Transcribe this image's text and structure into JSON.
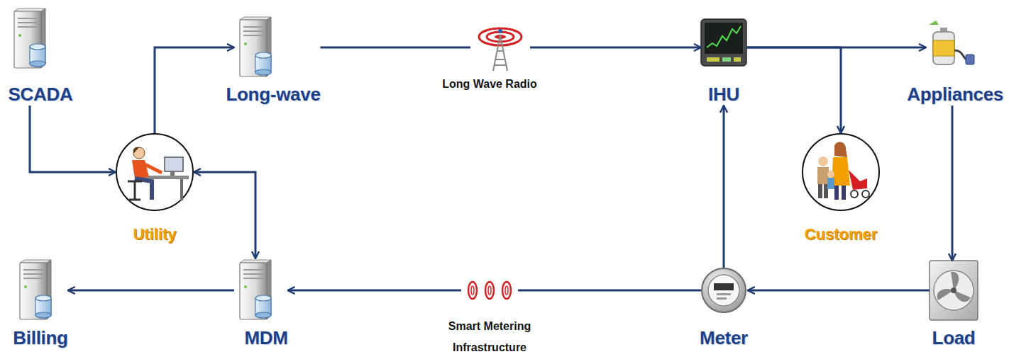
{
  "diagram": {
    "nodes": [
      {
        "text": [
          "SCADA"
        ]
      },
      {
        "text": [
          "Long-wave"
        ]
      },
      {
        "text": [
          "Long Wave Radio"
        ]
      },
      {
        "text": [
          "IHU"
        ]
      },
      {
        "text": [
          "Appliances"
        ]
      },
      {
        "text": [
          "Utility"
        ]
      },
      {
        "text": [
          "Customer"
        ]
      },
      {
        "text": [
          "Billing"
        ]
      },
      {
        "text": [
          "MDM"
        ]
      },
      {
        "text": [
          "Smart Metering Infrastructure"
        ]
      },
      {
        "text": [
          "Meter"
        ]
      },
      {
        "text": [
          "Load"
        ]
      }
    ],
    "edges": [
      {
        "from": 0,
        "to": 5,
        "arrow": "to"
      },
      {
        "from": 5,
        "to": 1,
        "arrow": "to"
      },
      {
        "from": 5,
        "to": 8,
        "arrow": "both"
      },
      {
        "from": 1,
        "to": 2,
        "arrow": "none"
      },
      {
        "from": 2,
        "to": 3,
        "arrow": "to"
      },
      {
        "from": 3,
        "to": 4,
        "arrow": "to"
      },
      {
        "from": 3,
        "to": 6,
        "arrow": "to"
      },
      {
        "from": 4,
        "to": 11,
        "arrow": "to"
      },
      {
        "from": 11,
        "to": 10,
        "arrow": "to"
      },
      {
        "from": 10,
        "to": 3,
        "arrow": "to"
      },
      {
        "from": 10,
        "to": 9,
        "arrow": "none"
      },
      {
        "from": 9,
        "to": 8,
        "arrow": "to"
      },
      {
        "from": 8,
        "to": 7,
        "arrow": "to"
      }
    ]
  }
}
